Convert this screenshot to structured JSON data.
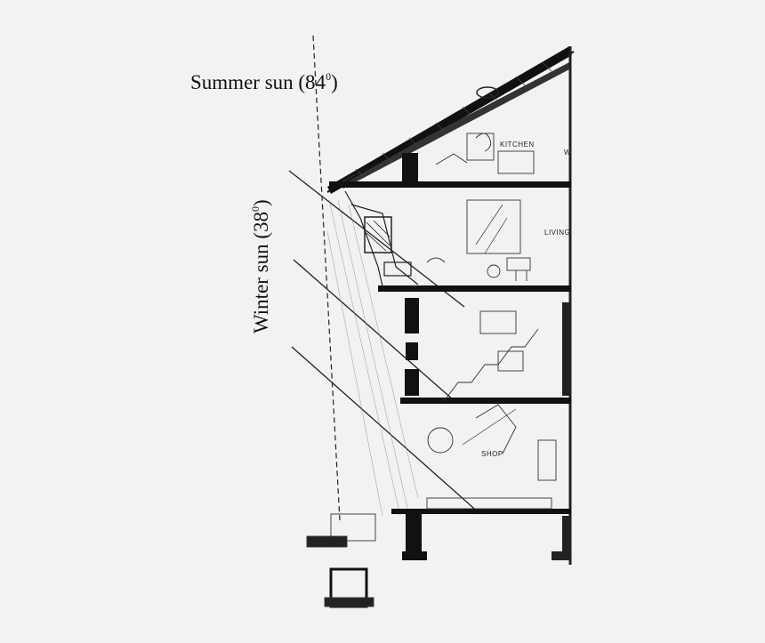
{
  "labels": {
    "summer_sun": "Summer sun (84",
    "summer_sup": "0",
    "summer_close": ")",
    "winter_sun": "Winter sun (38",
    "winter_sup": "0",
    "winter_close": ")"
  },
  "rooms": {
    "kitchen": "KITCHEN",
    "living": "LIVING",
    "shop": "SHOP",
    "edge_letter": "W"
  },
  "colors": {
    "background": "#f2f2f2",
    "ink": "#111111"
  }
}
